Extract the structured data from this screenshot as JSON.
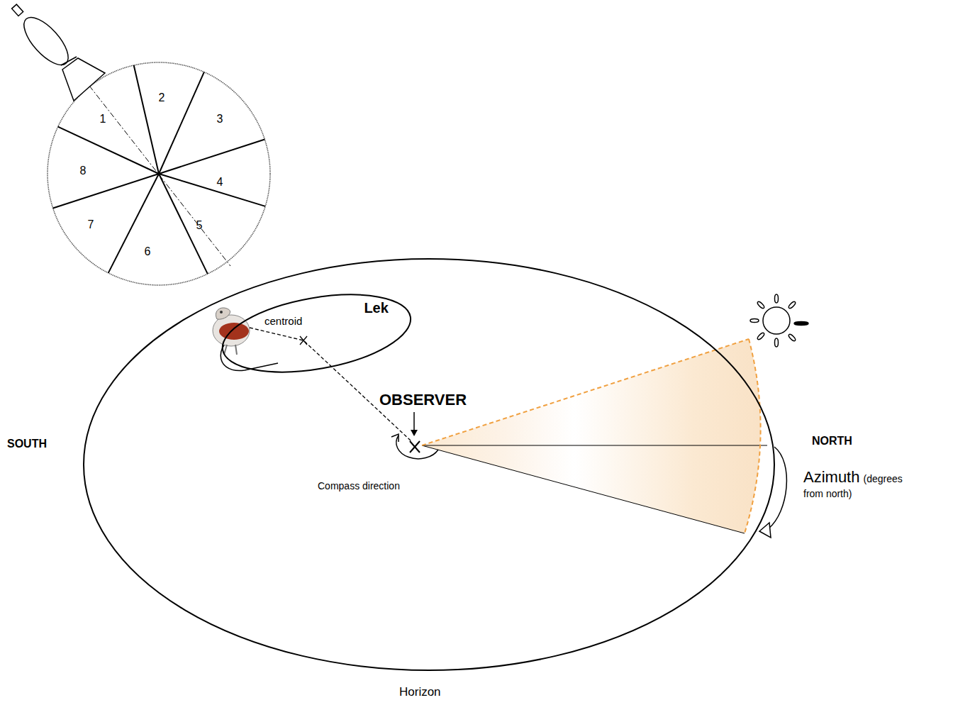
{
  "diagram": {
    "nodes": [
      {
        "text": [
          "centroid",
          "Lek"
        ]
      }
    ],
    "labels": [
      "1",
      "2",
      "3",
      "4",
      "5",
      "6",
      "7",
      "8",
      "OBSERVER",
      "SOUTH",
      "NORTH",
      "Compass direction",
      "Azimuth",
      "(degrees from north)",
      "Horizon"
    ]
  }
}
